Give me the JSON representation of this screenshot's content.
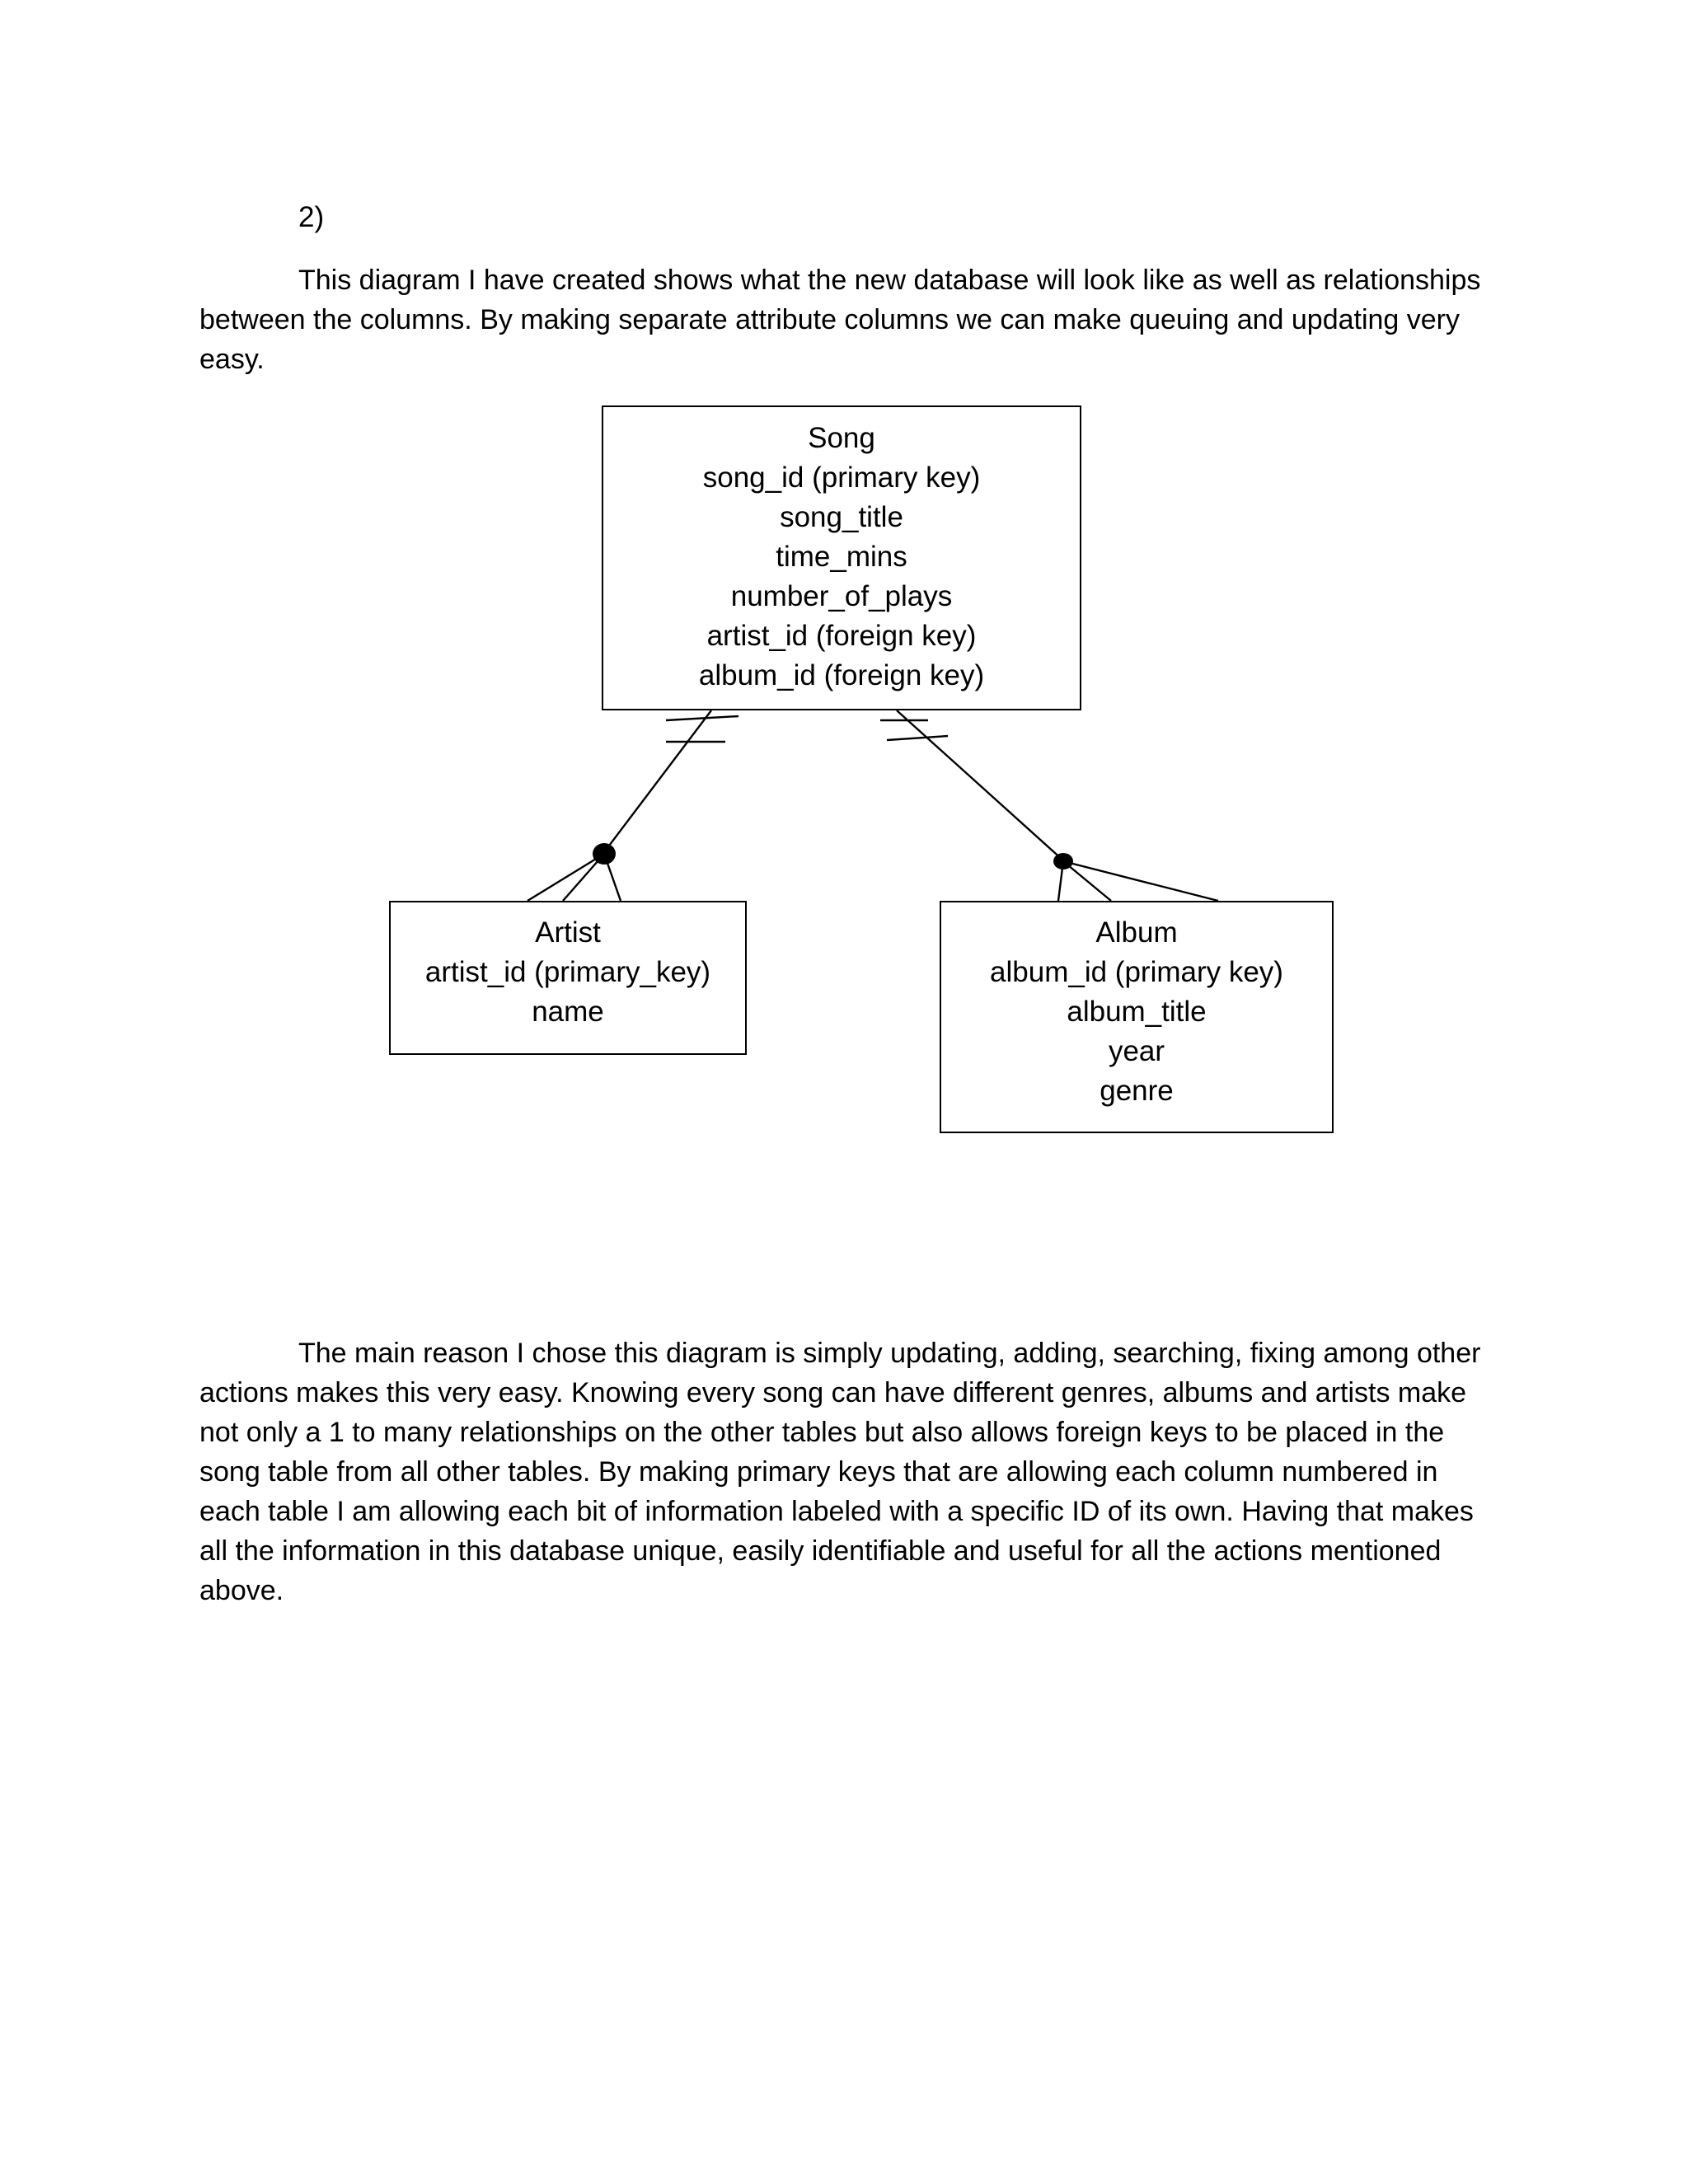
{
  "section_number": "2)",
  "intro_paragraph": "This diagram I have created shows what the new database will look like as well as relationships between the columns. By making separate attribute columns we can make queuing and updating very easy.",
  "entities": {
    "song": {
      "title": "Song",
      "attributes": [
        "song_id (primary key)",
        "song_title",
        "time_mins",
        "number_of_plays",
        "artist_id (foreign key)",
        "album_id (foreign key)"
      ]
    },
    "artist": {
      "title": "Artist",
      "attributes": [
        "artist_id (primary_key)",
        "name"
      ]
    },
    "album": {
      "title": "Album",
      "attributes": [
        "album_id (primary key)",
        "album_title",
        "year",
        "genre"
      ]
    }
  },
  "closing_paragraph": "The main reason I chose this diagram is simply updating, adding, searching, fixing among other actions makes this very easy. Knowing every song can have different genres, albums and artists make not only a 1 to many relationships on the other tables but also allows foreign keys to be placed in the song table from all other tables. By making primary keys that are allowing each column numbered in each table I am allowing each bit of information labeled with a specific ID of its own. Having that makes all the information in this database unique, easily identifiable and useful for all the actions mentioned above."
}
